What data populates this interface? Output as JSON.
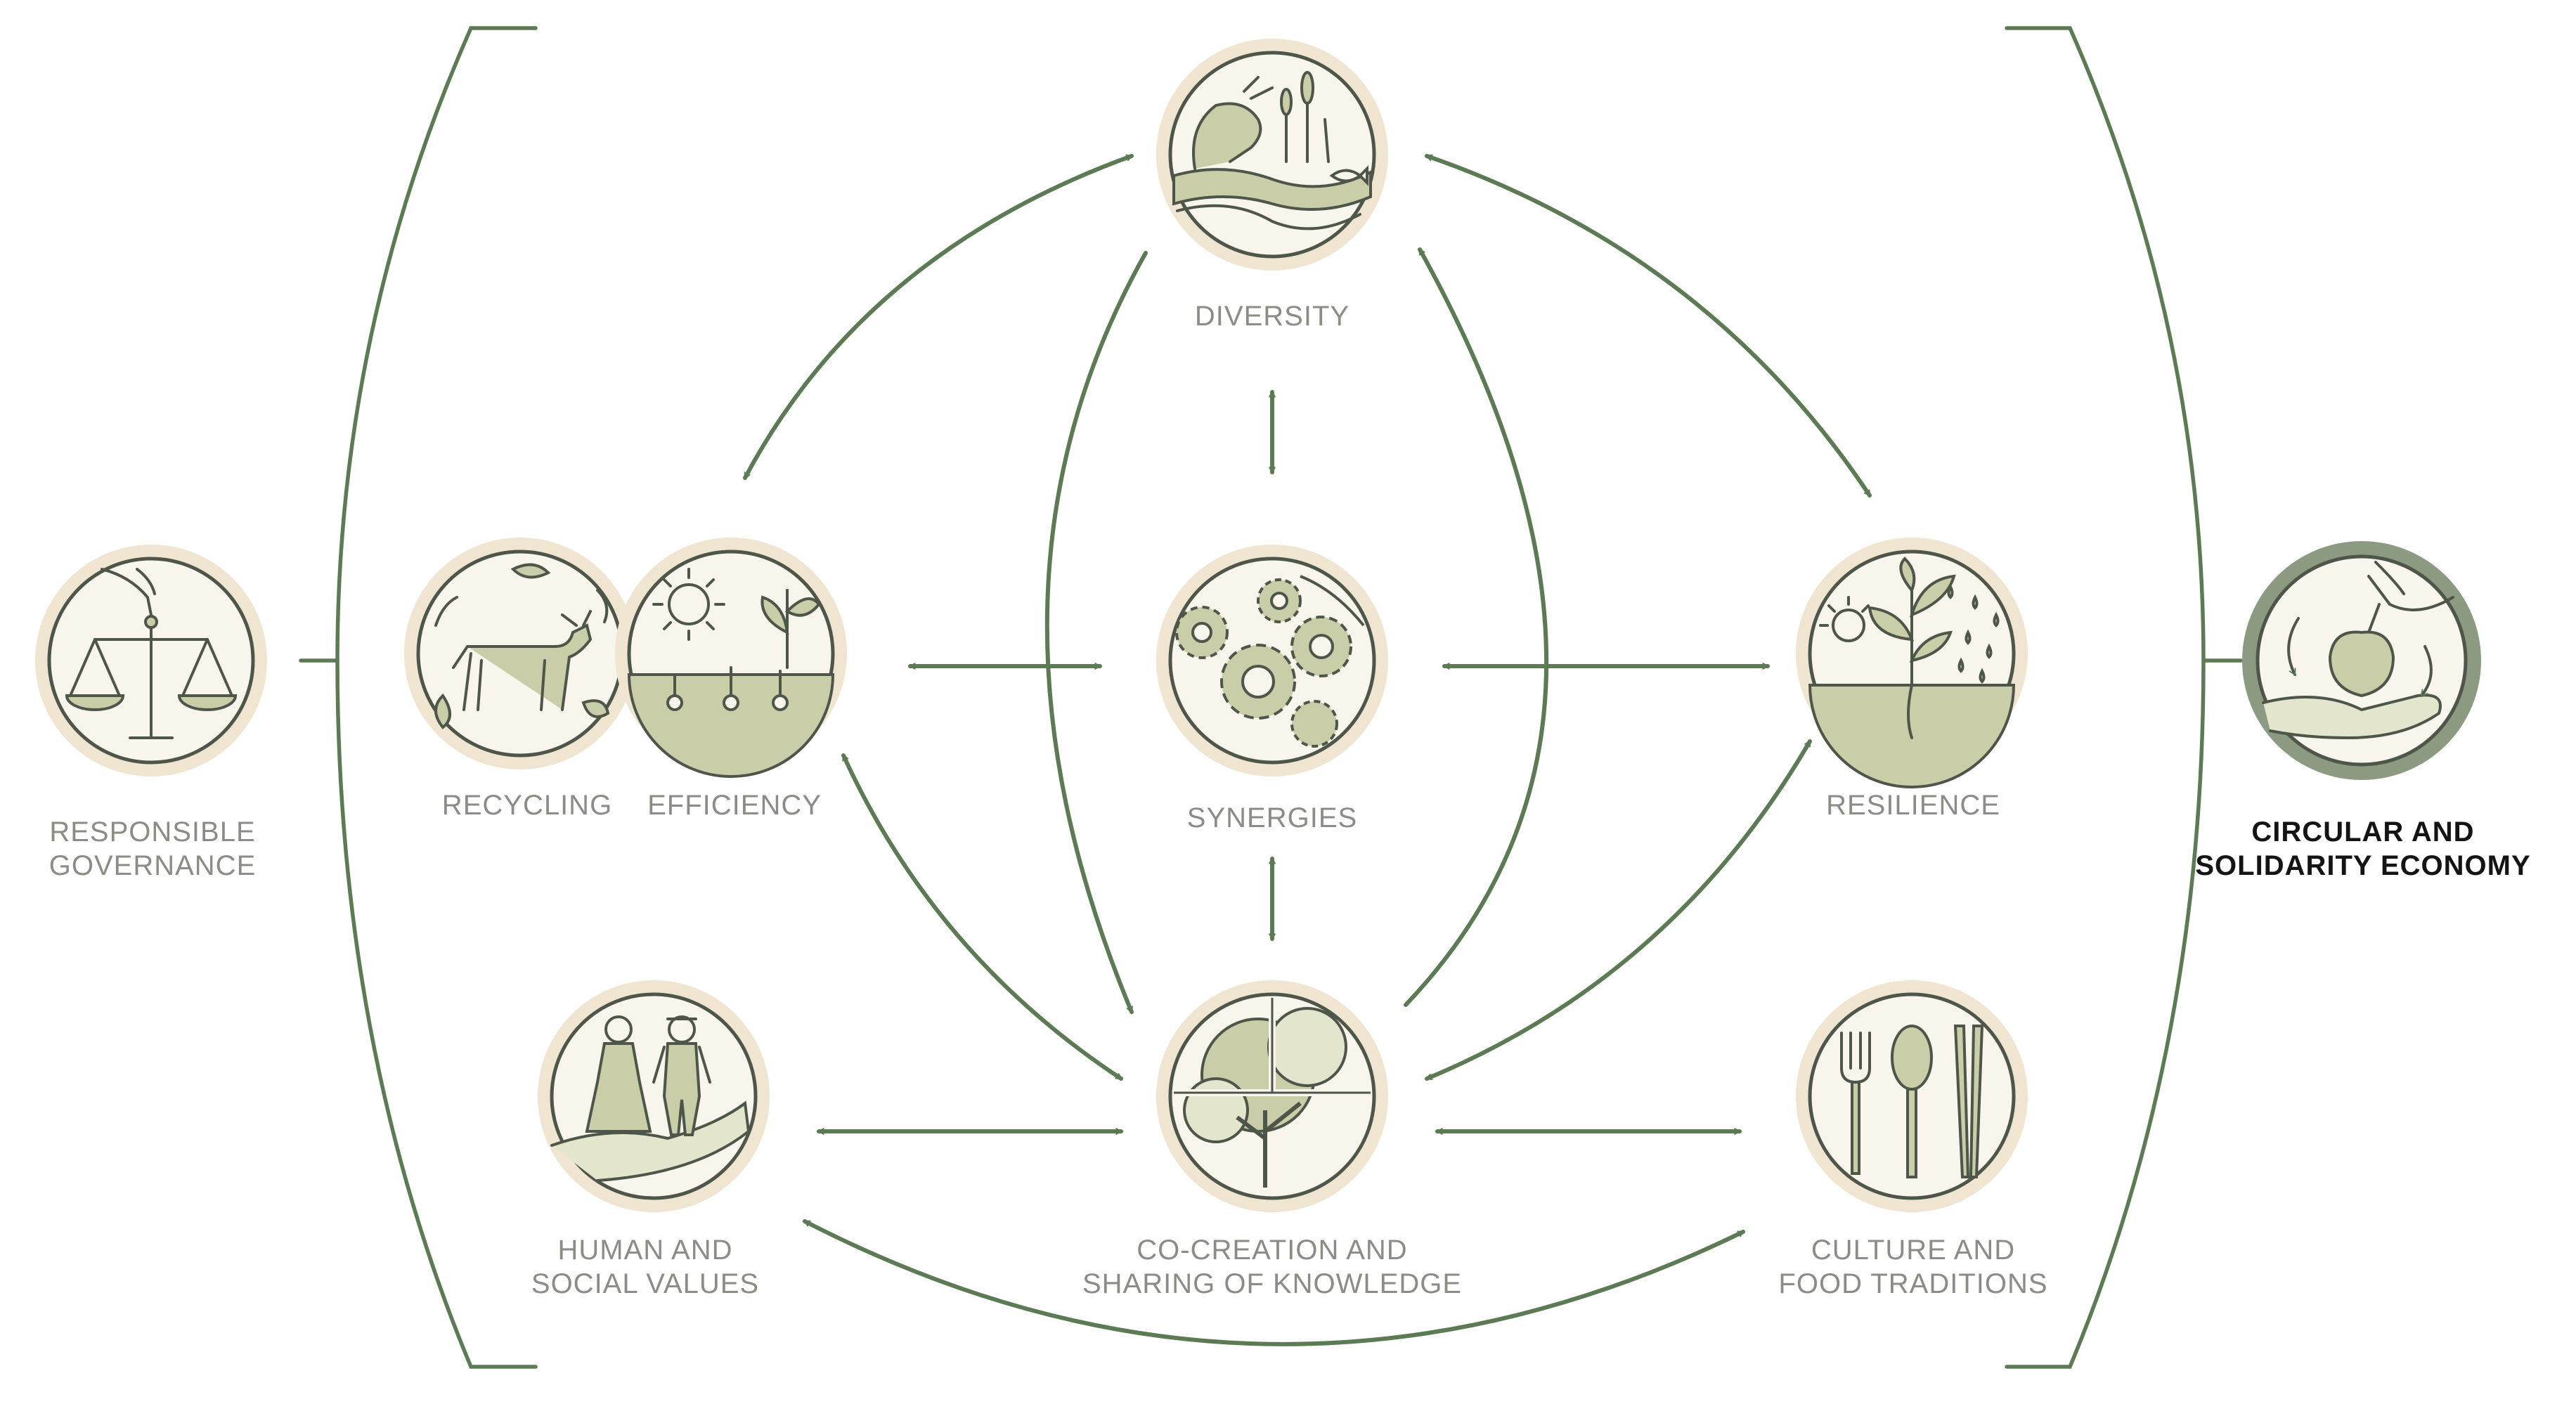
{
  "colors": {
    "arrow": "#5c7a54",
    "ring": "#f0e5d1",
    "icon_fill": "#f7f5ec",
    "icon_stroke": "#4e564a",
    "icon_accent": "#c9cea8",
    "label": "#8c8c86",
    "label_emphasis": "#141414",
    "economy_ring": "#8c9a82"
  },
  "labels": {
    "diversity": "DIVERSITY",
    "synergies": "SYNERGIES",
    "recycling": "RECYCLING",
    "efficiency": "EFFICIENCY",
    "resilience": "RESILIENCE",
    "responsible_governance": [
      "RESPONSIBLE",
      "GOVERNANCE"
    ],
    "circular_economy": [
      "CIRCULAR AND",
      "SOLIDARITY ECONOMY"
    ],
    "human_social_values": [
      "HUMAN AND",
      "SOCIAL VALUES"
    ],
    "co_creation": [
      "CO-CREATION AND",
      "SHARING OF KNOWLEDGE"
    ],
    "culture_food": [
      "CULTURE AND",
      "FOOD TRADITIONS"
    ]
  },
  "icons": {
    "diversity": "cow-plants-fish-icon",
    "synergies": "gears-icon",
    "recycling": "cow-leaves-cycle-icon",
    "efficiency": "sun-seedlings-icon",
    "resilience": "sun-plant-rain-icon",
    "responsible_governance": "balance-scale-icon",
    "circular_economy": "hand-apple-cycle-icon",
    "human_social_values": "farmers-on-hand-icon",
    "co_creation": "tree-puzzle-icon",
    "culture_food": "fork-spoon-chopsticks-icon"
  }
}
